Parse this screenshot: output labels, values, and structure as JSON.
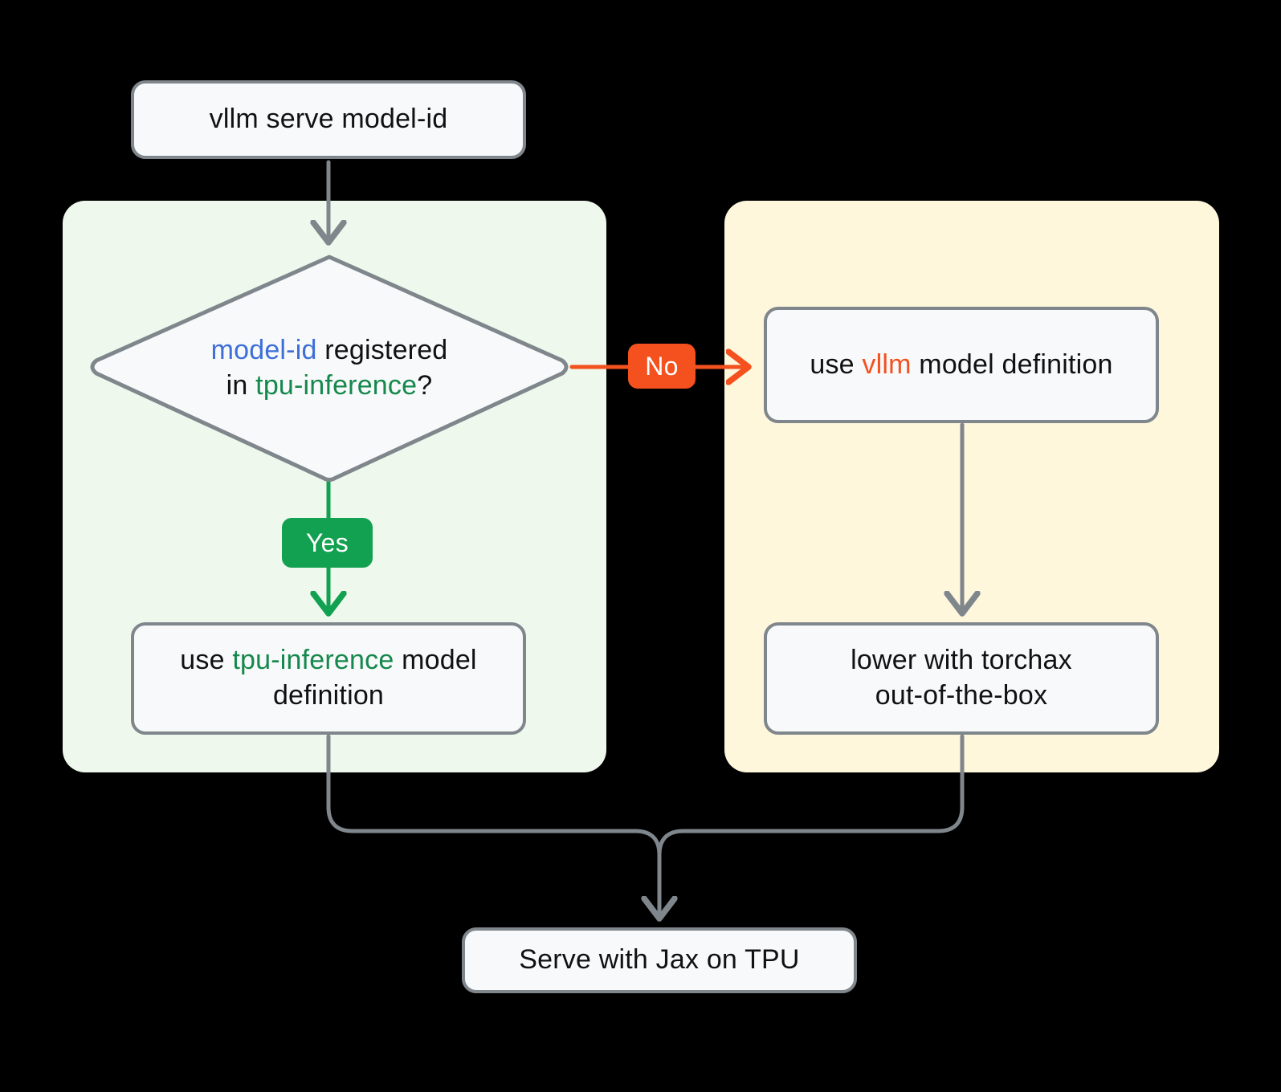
{
  "diagram": {
    "title": "vllm serve on TPU model-definition selection flow",
    "background": "#000000",
    "colors": {
      "node_fill": "#F8F9FA",
      "node_border": "#7F868C",
      "edge": "#7F868C",
      "group_tpu_bg": "#EEF8EC",
      "group_vllm_bg": "#FEF7DC",
      "accent_blue": "#3E6FD8",
      "accent_green": "#15884C",
      "accent_orange": "#F4511E",
      "yes_pill": "#12A150",
      "no_pill": "#F4511E"
    }
  },
  "nodes": {
    "serve_cmd": {
      "text": "vllm serve model-id"
    },
    "decision": {
      "line1_part1": "model-id",
      "line1_part2": " registered",
      "line2_part1": "in ",
      "line2_part2": "tpu-inference",
      "line2_part3": "?",
      "full_text": "model-id registered in tpu-inference?"
    },
    "use_vllm_def": {
      "part1": "use ",
      "part2": "vllm",
      "part3": " model definition",
      "full_text": "use vllm model definition"
    },
    "use_tpu_def": {
      "part1": "use ",
      "part2": "tpu-inference",
      "part3": " model definition",
      "full_text": "use tpu-inference model definition"
    },
    "lower_torchax": {
      "line1": "lower with torchax",
      "line2": "out-of-the-box",
      "full_text": "lower with torchax out-of-the-box"
    },
    "serve_jax": {
      "text": "Serve with Jax on TPU"
    }
  },
  "edge_labels": {
    "yes": "Yes",
    "no": "No"
  },
  "edges": [
    {
      "from": "serve_cmd",
      "to": "decision",
      "label": "",
      "color": "#7F868C"
    },
    {
      "from": "decision",
      "to": "use_vllm_def",
      "label": "No",
      "color": "#F4511E"
    },
    {
      "from": "decision",
      "to": "use_tpu_def",
      "label": "Yes",
      "color": "#12A150"
    },
    {
      "from": "use_vllm_def",
      "to": "lower_torchax",
      "label": "",
      "color": "#7F868C"
    },
    {
      "from": "use_tpu_def",
      "to": "serve_jax",
      "label": "",
      "color": "#7F868C"
    },
    {
      "from": "lower_torchax",
      "to": "serve_jax",
      "label": "",
      "color": "#7F868C"
    }
  ]
}
